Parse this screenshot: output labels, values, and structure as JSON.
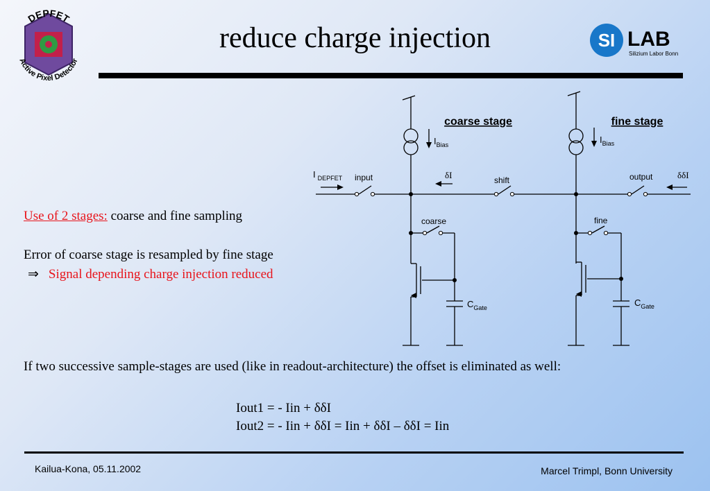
{
  "title": "reduce charge injection",
  "logos": {
    "left_top": "DEPFET",
    "left_bottom": "Active Pixel Detector",
    "right_si": "SI",
    "right_lab": "LAB",
    "right_sub": "Silizium Labor Bonn"
  },
  "left_text": {
    "stages_label": "Use of 2 stages:",
    "stages_rest": " coarse and fine sampling",
    "error_line": "Error of coarse stage is resampled by fine stage",
    "arrow": "⇒",
    "signal_line": "Signal depending charge injection reduced"
  },
  "circuit": {
    "coarse_stage": "coarse stage",
    "fine_stage": "fine stage",
    "ibias_i": "I",
    "ibias_sub": "Bias",
    "i_depfet_i": "I",
    "i_depfet_sub": "DEPFET",
    "input": "input",
    "delta_i": "δI",
    "shift": "shift",
    "output": "output",
    "delta_delta_i": "δδI",
    "coarse": "coarse",
    "fine": "fine",
    "cgate_c": "C",
    "cgate_sub": "Gate"
  },
  "paragraph": "If two successive sample-stages are used (like in readout-architecture) the offset is eliminated as well:",
  "equations": {
    "line1": "Iout1 = - Iin + δδI",
    "line2": "Iout2 = - Iin + δδI = Iin + δδI – δδI = Iin"
  },
  "footer": {
    "left": "Kailua-Kona, 05.11.2002",
    "right": "Marcel Trimpl, Bonn University"
  }
}
